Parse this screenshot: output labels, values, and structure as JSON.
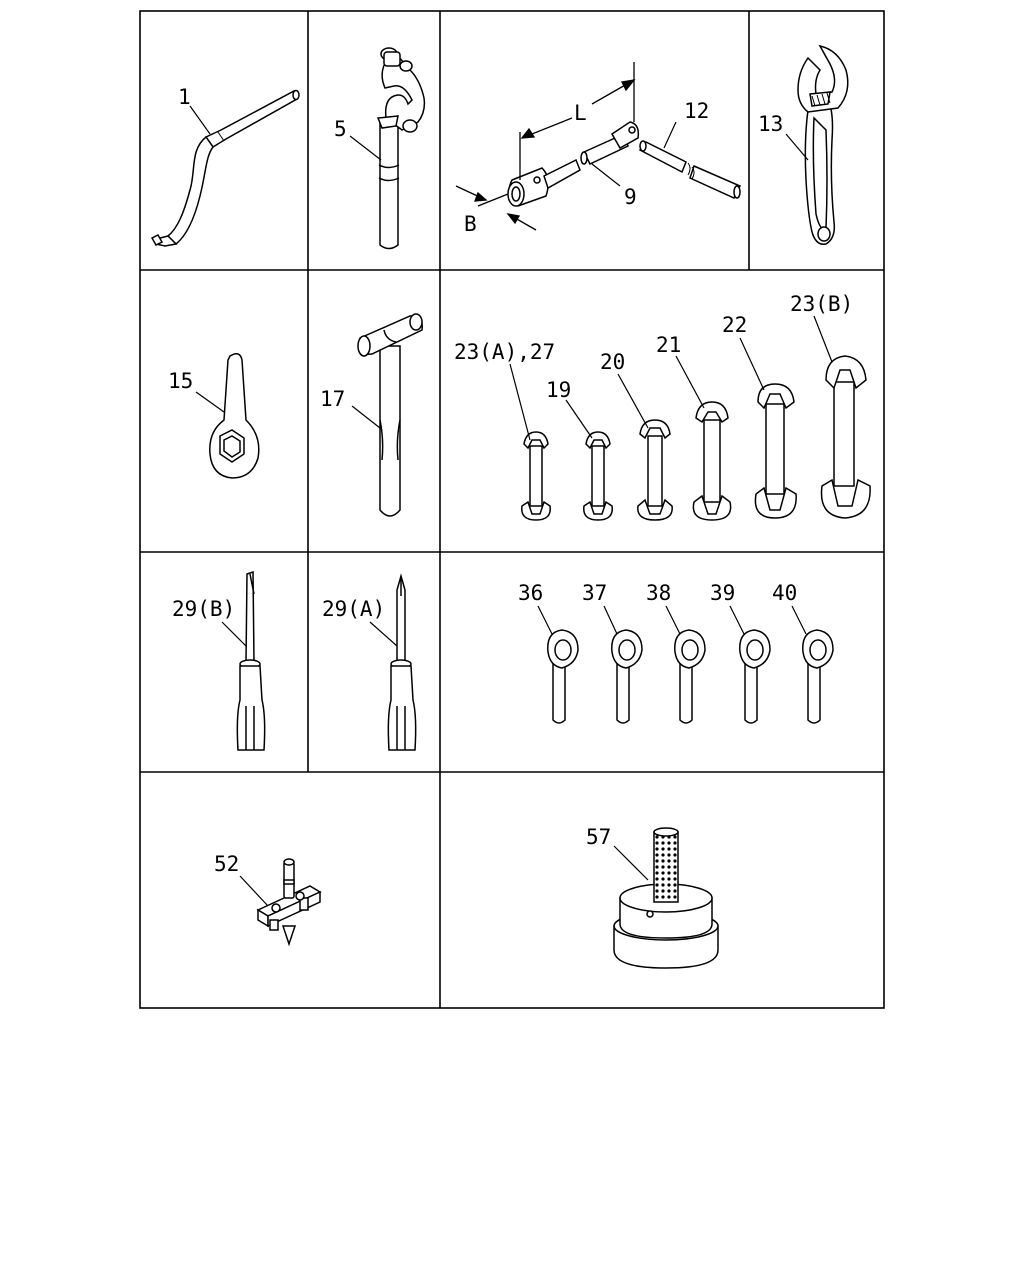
{
  "labels": {
    "p1": "1",
    "p5": "5",
    "p9": "9",
    "p12": "12",
    "p13": "13",
    "dimL": "L",
    "dimB": "B",
    "p15": "15",
    "p17": "17",
    "p23a27": "23(A),27",
    "p19": "19",
    "p20": "20",
    "p21": "21",
    "p22": "22",
    "p23b": "23(B)",
    "p29b": "29(B)",
    "p29a": "29(A)",
    "p36": "36",
    "p37": "37",
    "p38": "38",
    "p39": "39",
    "p40": "40",
    "p52": "52",
    "p57": "57"
  }
}
